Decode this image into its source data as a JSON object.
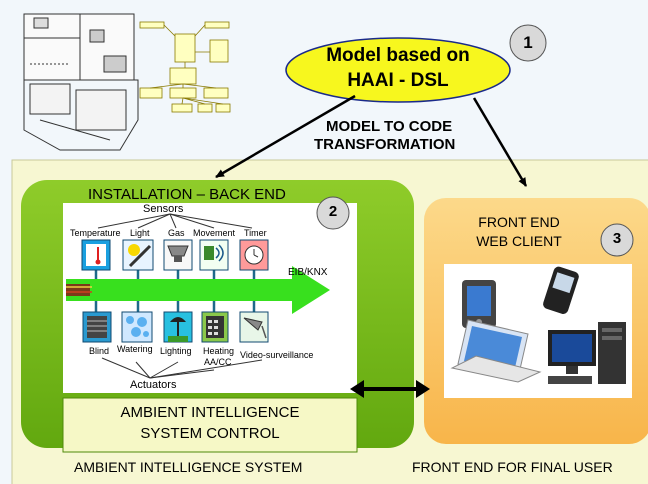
{
  "model": {
    "title_line1": "Model based on",
    "title_line2": "HAAI - DSL",
    "badge": "1"
  },
  "transformation": {
    "line1": "MODEL TO CODE",
    "line2": "TRANSFORMATION"
  },
  "backend": {
    "title": "INSTALLATION – BACK END",
    "badge": "2",
    "bus_label": "EIB/KNX",
    "sensors_heading": "Sensors",
    "sensors": [
      "Temperature",
      "Light",
      "Gas",
      "Movement",
      "Timer"
    ],
    "actuators_heading": "Actuators",
    "actuators": [
      "Blind",
      "Watering",
      "Lighting",
      "Heating",
      "Video-surveillance"
    ],
    "heating_sub": "AA/CC",
    "control_line1": "AMBIENT INTELLIGENCE",
    "control_line2": "SYSTEM CONTROL",
    "system_caption": "AMBIENT INTELLIGENCE SYSTEM"
  },
  "frontend": {
    "title_line1": "FRONT END",
    "title_line2": "WEB CLIENT",
    "badge": "3",
    "caption": "FRONT END FOR FINAL USER"
  },
  "colors": {
    "outer_panel": "#f7f7d2",
    "backend_green": "#7cc21c",
    "frontend_orange": "#fcc660",
    "model_yellow": "#f7f71e",
    "bus_green": "#38e01e",
    "control_fill": "#f6f8c6"
  }
}
